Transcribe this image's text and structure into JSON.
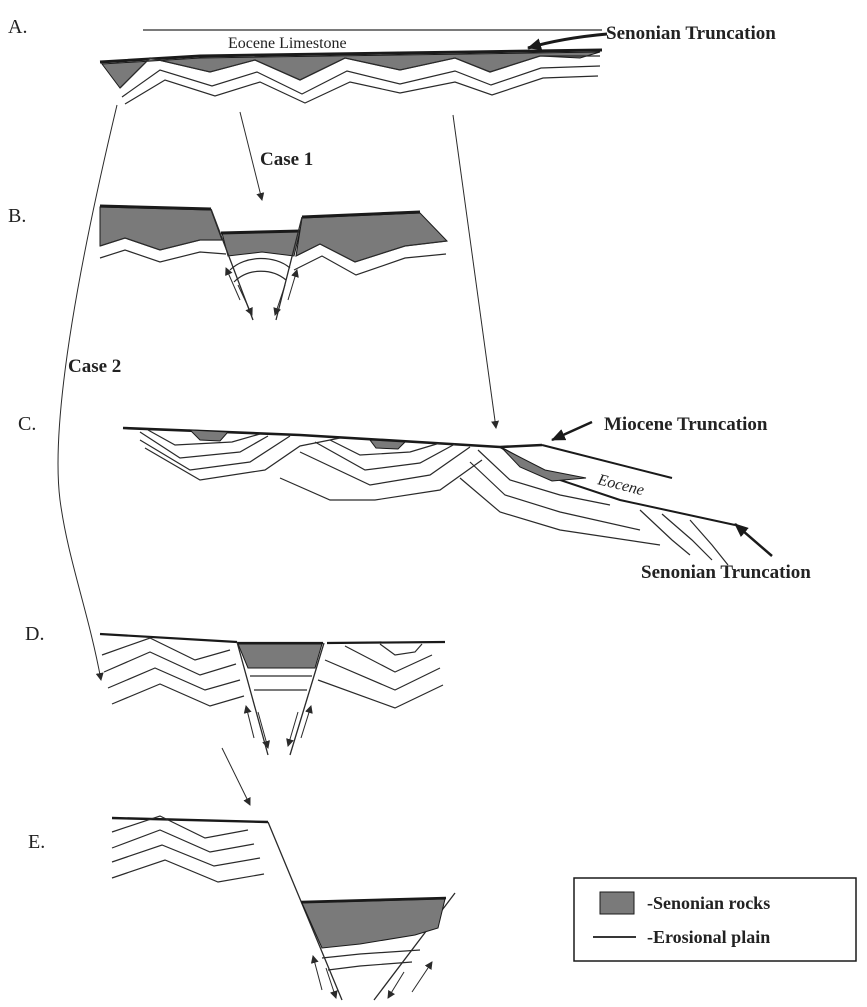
{
  "panels": {
    "a": "A.",
    "b": "B.",
    "c": "C.",
    "d": "D.",
    "e": "E."
  },
  "labels": {
    "eocene_limestone": "Eocene Limestone",
    "senonian_truncation": "Senonian Truncation",
    "case_1": "Case 1",
    "case_2": "Case 2",
    "miocene_truncation": "Miocene Truncation",
    "eocene": "Eocene"
  },
  "legend": {
    "senonian_rocks": "-Senonian rocks",
    "erosional_plain": "-Erosional plain"
  },
  "colors": {
    "senonian_fill": "#7a7a7a",
    "line": "#2a2a2a"
  }
}
